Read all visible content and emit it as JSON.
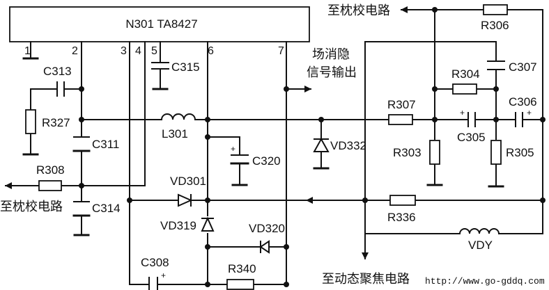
{
  "ic": {
    "label": "N301  TA8427",
    "pins": [
      "1",
      "2",
      "3",
      "4",
      "5",
      "6",
      "7"
    ]
  },
  "components": {
    "C313": "C313",
    "R327": "R327",
    "C311": "C311",
    "R308": "R308",
    "C314": "C314",
    "C315": "C315",
    "L301": "L301",
    "C320": "C320",
    "VD301": "VD301",
    "VD319": "VD319",
    "VD320": "VD320",
    "C308": "C308",
    "R340": "R340",
    "VD332": "VD332",
    "R306": "R306",
    "R304": "R304",
    "C307": "C307",
    "R307": "R307",
    "C306": "C306",
    "C305": "C305",
    "R303": "R303",
    "R305": "R305",
    "R336": "R336",
    "VDY": "VDY"
  },
  "labels": {
    "pincushion_top": "至枕校电路",
    "pincushion_left": "至枕校电路",
    "blanking_line1": "场消隐",
    "blanking_line2": "信号输出",
    "dynamic_focus": "至动态聚焦电路",
    "watermark": "http://www.go-gddq.com"
  }
}
